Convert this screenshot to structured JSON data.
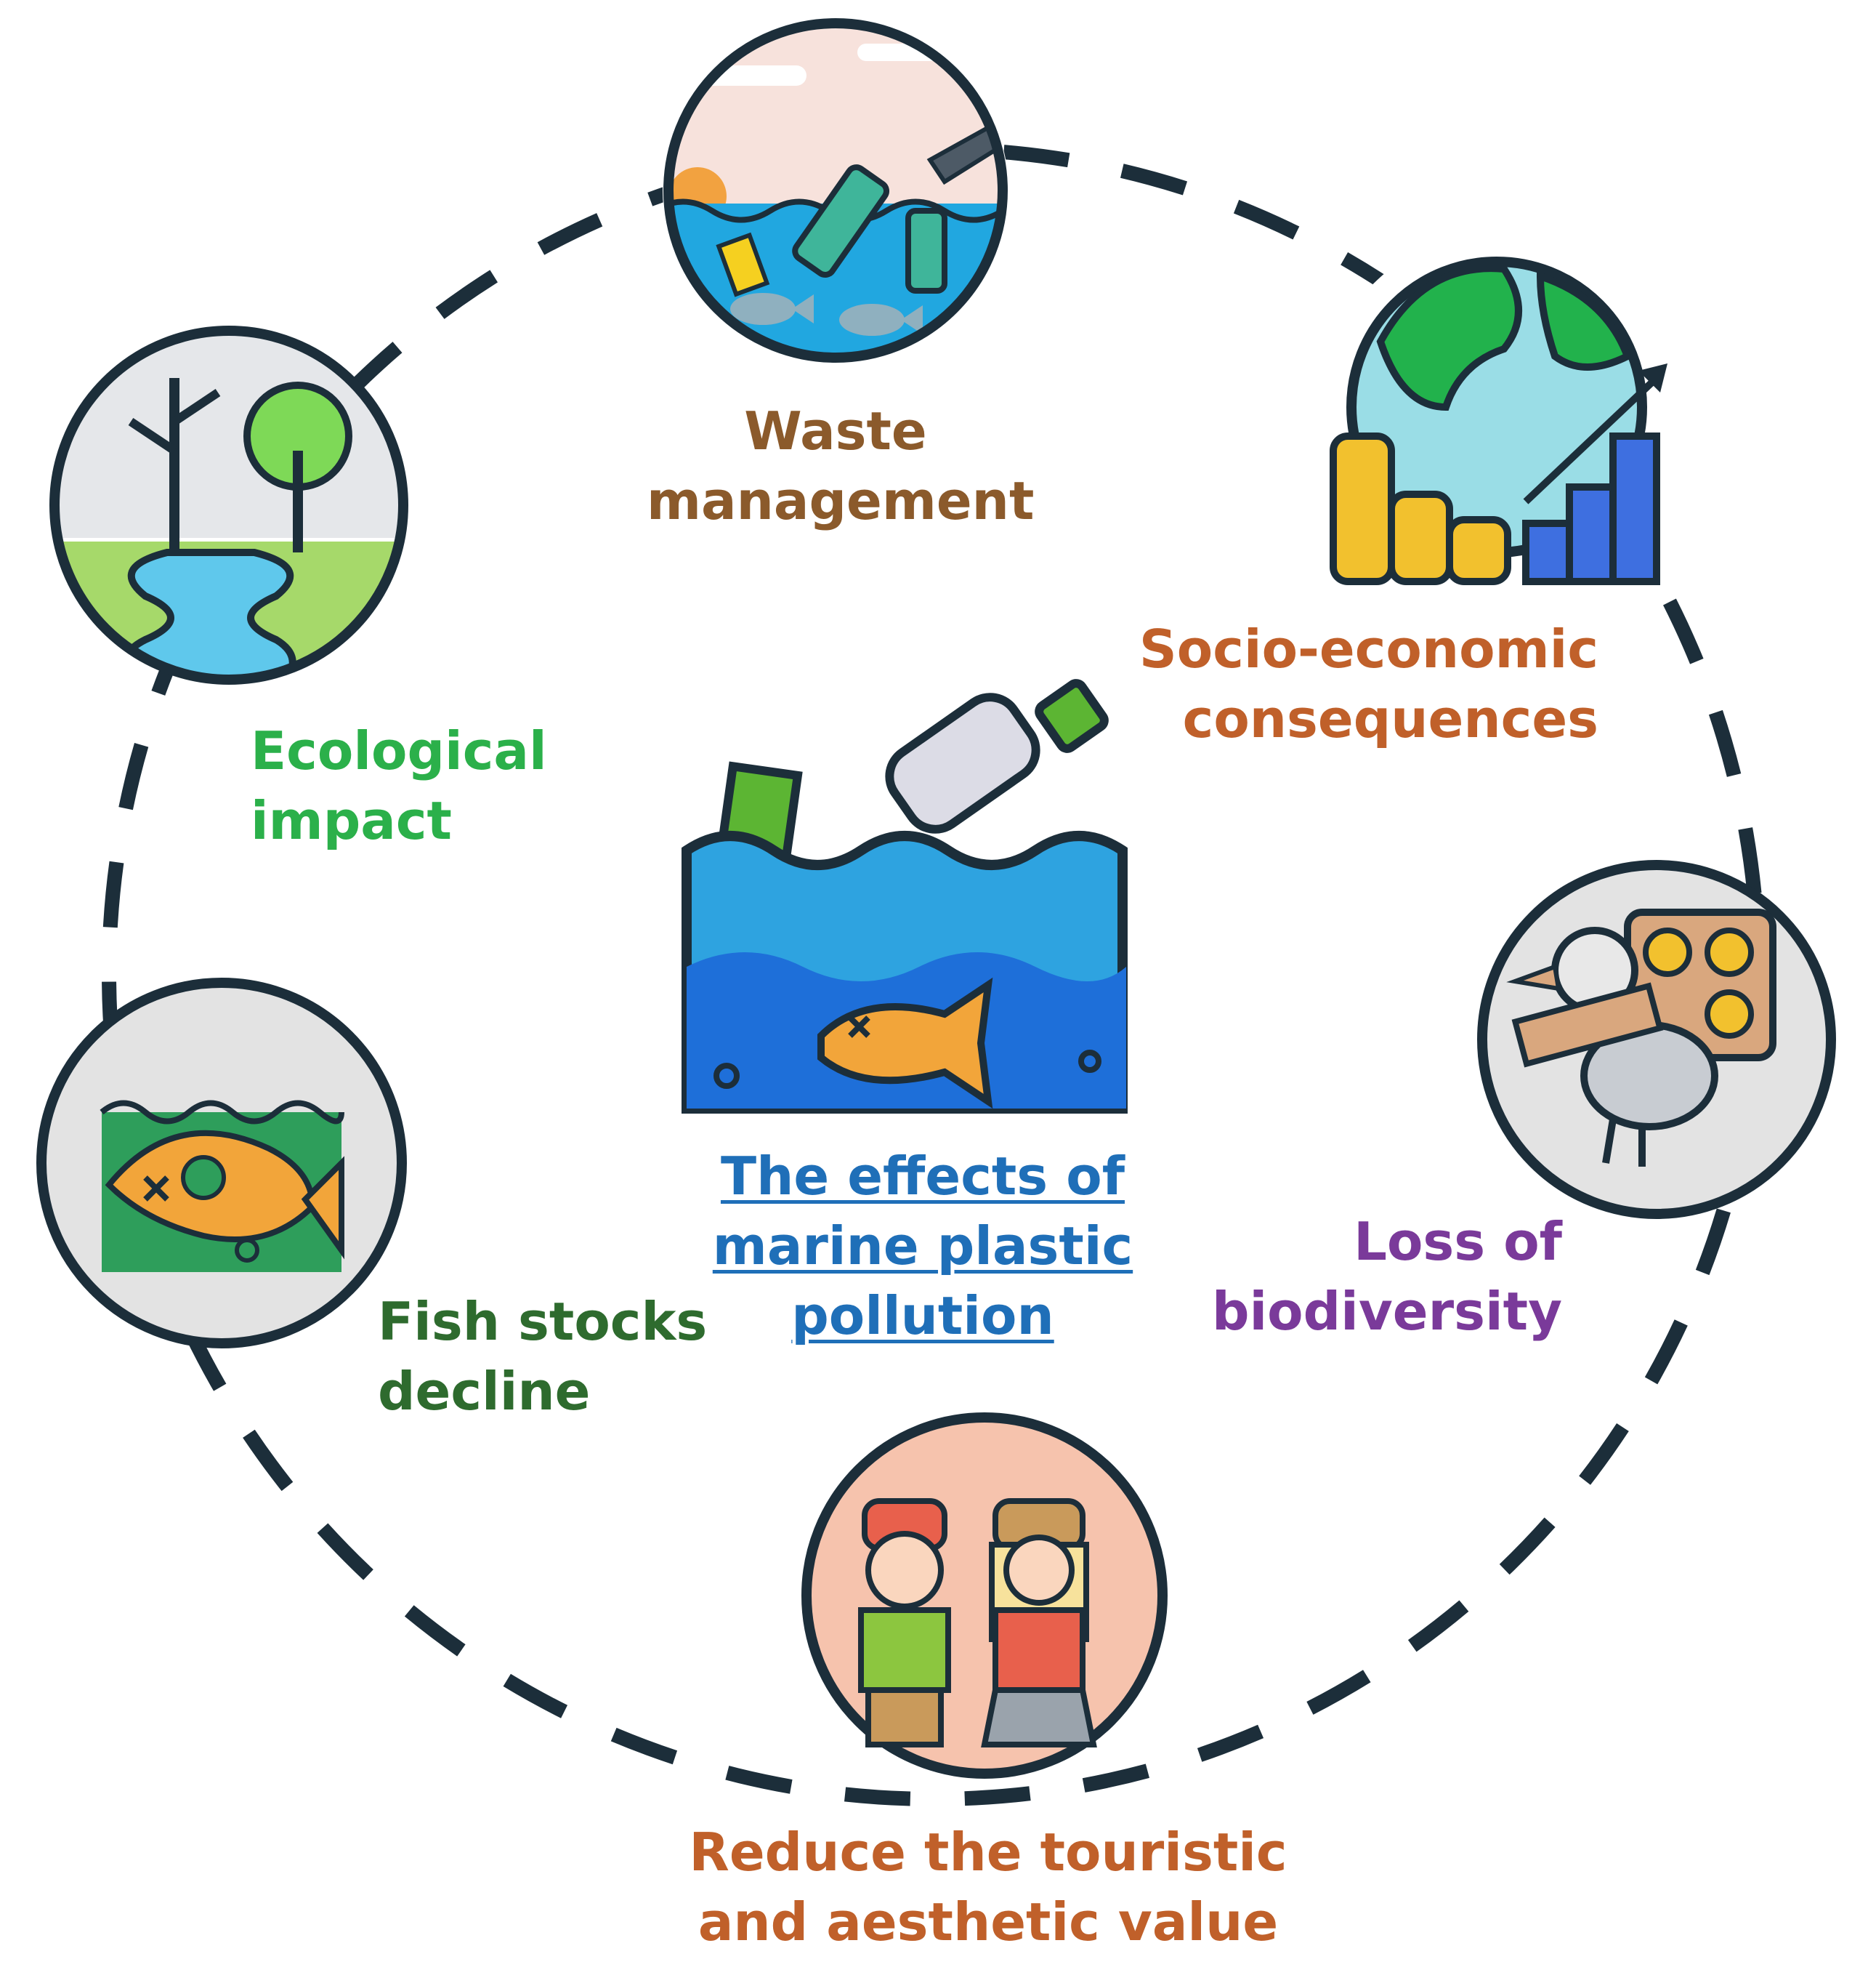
{
  "center": {
    "lines": [
      "The effects of",
      "marine plastic",
      "pollution"
    ]
  },
  "nodes": [
    {
      "id": "waste",
      "lines": [
        "Waste",
        "management"
      ],
      "color": "#8B5A2B",
      "icon": "ocean-plastic-bottles-icon"
    },
    {
      "id": "socio",
      "lines": [
        "Socio-economic",
        "consequences"
      ],
      "color": "#C0602A",
      "icon": "globe-coins-growth-chart-icon"
    },
    {
      "id": "biodiversity",
      "lines": [
        "Loss of",
        "biodiversity"
      ],
      "color": "#7A3A9A",
      "icon": "bird-entangled-plastic-icon"
    },
    {
      "id": "tourism",
      "lines": [
        "Reduce the touristic",
        "and aesthetic value"
      ],
      "color": "#C0602A",
      "icon": "tourists-icon"
    },
    {
      "id": "fish",
      "lines": [
        "Fish stocks",
        "decline"
      ],
      "color": "#2E6B2E",
      "icon": "dead-fish-icon"
    },
    {
      "id": "ecological",
      "lines": [
        "Ecological",
        "impact"
      ],
      "color": "#2BB04A",
      "icon": "wetland-trees-icon"
    }
  ],
  "colors": {
    "center_text": "#1F6FB8",
    "ring": "#1C2E3A",
    "icon_outline": "#1C2E3A"
  }
}
